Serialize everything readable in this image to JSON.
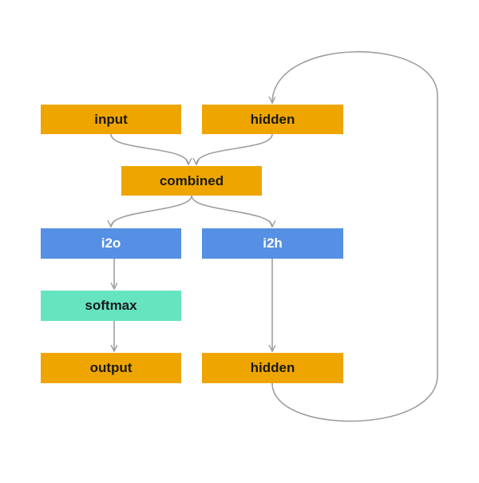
{
  "colors": {
    "orange": "#eea500",
    "blue": "#5590e4",
    "mint": "#66e4c0",
    "dark_text": "#1a1a1a",
    "light_text": "#ffffff",
    "edge": "#9e9e9e"
  },
  "nodes": {
    "input": {
      "label": "input",
      "color": "#eea500",
      "text_color": "#1a1a1a"
    },
    "hidden": {
      "label": "hidden",
      "color": "#eea500",
      "text_color": "#1a1a1a"
    },
    "combined": {
      "label": "combined",
      "color": "#eea500",
      "text_color": "#1a1a1a"
    },
    "i2o": {
      "label": "i2o",
      "color": "#5590e4",
      "text_color": "#ffffff"
    },
    "i2h": {
      "label": "i2h",
      "color": "#5590e4",
      "text_color": "#ffffff"
    },
    "softmax": {
      "label": "softmax",
      "color": "#66e4c0",
      "text_color": "#1a1a1a"
    },
    "output": {
      "label": "output",
      "color": "#eea500",
      "text_color": "#1a1a1a"
    },
    "hidden_out": {
      "label": "hidden",
      "color": "#eea500",
      "text_color": "#1a1a1a"
    }
  },
  "edges": [
    {
      "from": "input",
      "to": "combined"
    },
    {
      "from": "hidden",
      "to": "combined"
    },
    {
      "from": "combined",
      "to": "i2o"
    },
    {
      "from": "combined",
      "to": "i2h"
    },
    {
      "from": "i2o",
      "to": "softmax"
    },
    {
      "from": "softmax",
      "to": "output"
    },
    {
      "from": "i2h",
      "to": "hidden_out"
    },
    {
      "from": "hidden_out",
      "to": "hidden"
    }
  ]
}
